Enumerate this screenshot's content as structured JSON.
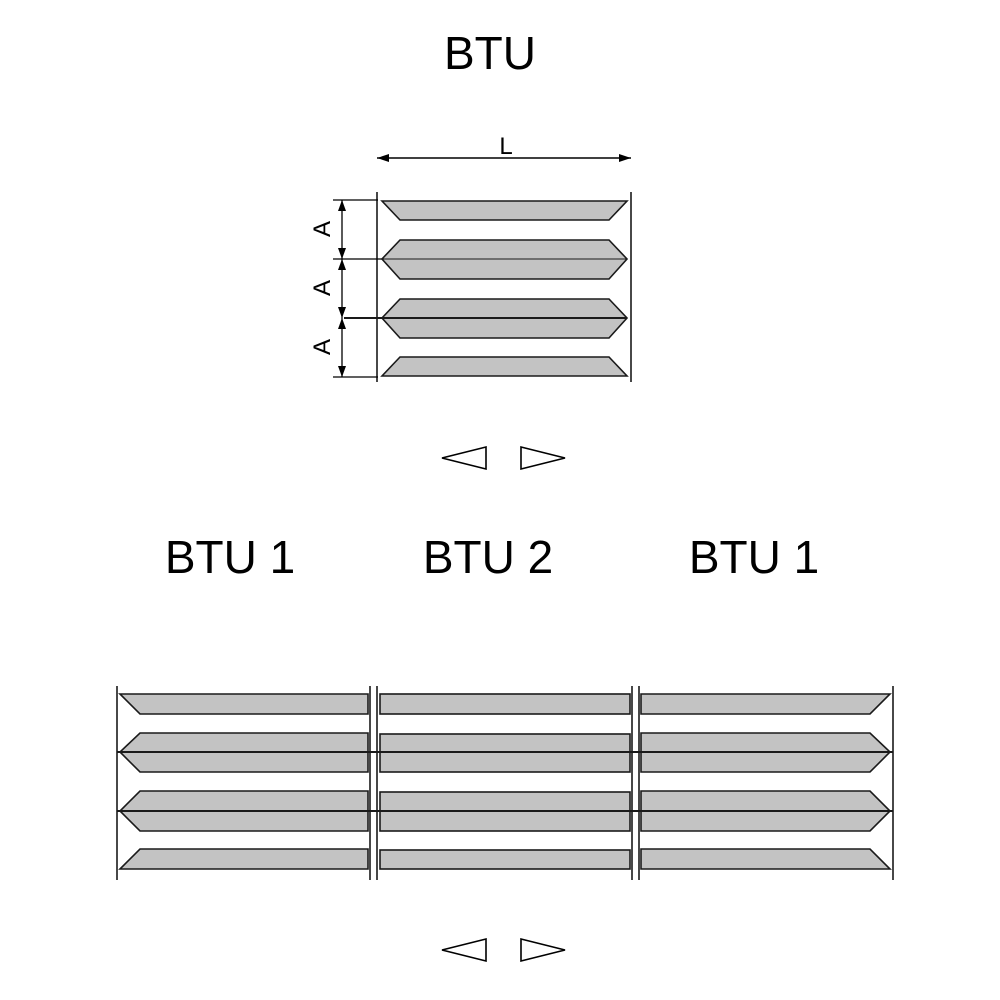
{
  "top": {
    "title": "BTU",
    "dim_length": "L",
    "dim_pitch": "A"
  },
  "bottom": {
    "labels": [
      "BTU 1",
      "BTU 2",
      "BTU 1"
    ]
  },
  "colors": {
    "fill": "#c3c3c3",
    "stroke": "#1a1a1a",
    "line": "#000000"
  },
  "icons": {
    "left": "arrow-left-outline-icon",
    "right": "arrow-right-outline-icon"
  }
}
